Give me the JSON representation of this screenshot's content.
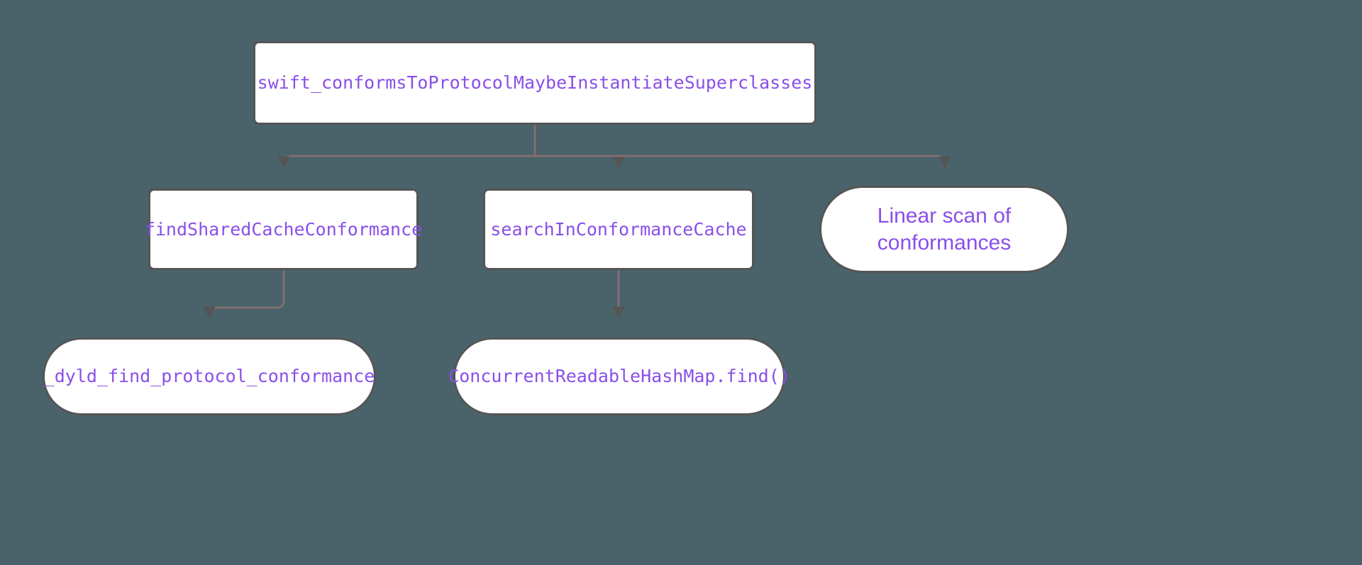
{
  "diagram": {
    "type": "flowchart",
    "direction": "top-down",
    "background_color": "#4a636b",
    "node_fill_color": "#ffffff",
    "node_border_color": "#555555",
    "node_text_color": "#8a4fe8",
    "edge_color": "#8a6f6f",
    "arrowhead_color": "#555555",
    "nodes": [
      {
        "id": "root",
        "label": "swift_conformsToProtocolMaybeInstantiateSuperclasses",
        "shape": "rounded-rect",
        "font": "monospace"
      },
      {
        "id": "findshared",
        "label": "findSharedCacheConformance",
        "shape": "rounded-rect",
        "font": "monospace"
      },
      {
        "id": "searchin",
        "label": "searchInConformanceCache",
        "shape": "rounded-rect",
        "font": "monospace"
      },
      {
        "id": "linear",
        "label": "Linear scan of\nconformances",
        "shape": "stadium",
        "font": "sans-serif"
      },
      {
        "id": "dyld",
        "label": "_dyld_find_protocol_conformance",
        "shape": "stadium",
        "font": "monospace"
      },
      {
        "id": "hashmap",
        "label": "ConcurrentReadableHashMap.find()",
        "shape": "stadium",
        "font": "monospace"
      }
    ],
    "edges": [
      {
        "from": "root",
        "to": "findshared",
        "label": ""
      },
      {
        "from": "root",
        "to": "searchin",
        "label": ""
      },
      {
        "from": "root",
        "to": "linear",
        "label": ""
      },
      {
        "from": "findshared",
        "to": "dyld",
        "label": ""
      },
      {
        "from": "searchin",
        "to": "hashmap",
        "label": ""
      }
    ]
  }
}
